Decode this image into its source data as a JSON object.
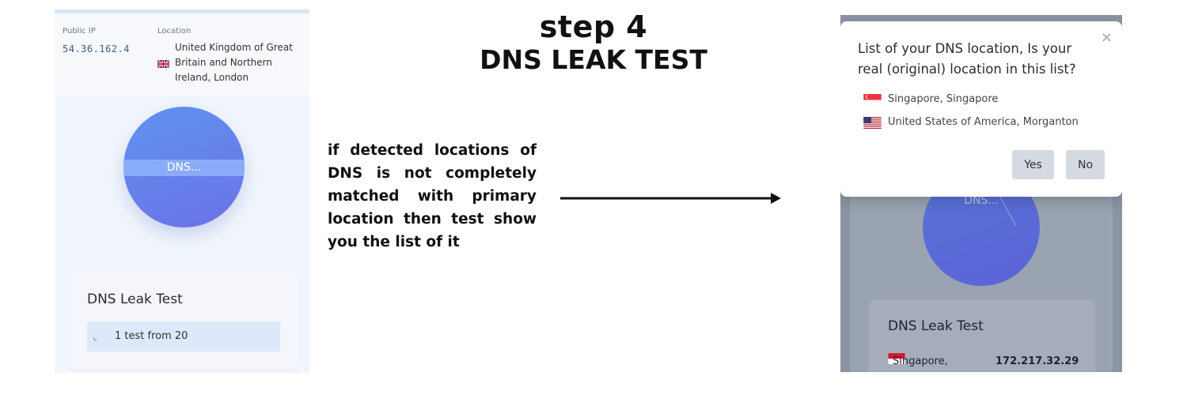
{
  "left": {
    "public_ip_label": "Public IP",
    "public_ip_value": "54.36.162.4",
    "location_label": "Location",
    "location_value": "United Kingdom of Great Britain and Northern Ireland, London",
    "circle_label": "DNS...",
    "card_title": "DNS Leak Test",
    "progress_text": "1 test from 20"
  },
  "center": {
    "step_title": "step 4",
    "step_subtitle": "DNS LEAK TEST",
    "description": "if detected locations of DNS is not completely matched with primary location then test show you the list of it"
  },
  "right": {
    "modal_question": "List of your DNS location, Is your real (original) location in this list?",
    "locations": [
      {
        "flag": "singapore-flag",
        "text": "Singapore, Singapore"
      },
      {
        "flag": "usa-flag",
        "text": "United States of America, Morganton"
      }
    ],
    "yes_label": "Yes",
    "no_label": "No",
    "close_glyph": "×",
    "bg_circle_label": "DNS...",
    "bg_card_title": "DNS Leak Test",
    "bg_location": "Singapore,",
    "bg_ip": "172.217.32.29"
  },
  "colors": {
    "accent_blue": "#5f93ef",
    "modal_bg": "#ffffff",
    "button_bg": "#d4d9e2",
    "overlay": "#8b94a3"
  }
}
